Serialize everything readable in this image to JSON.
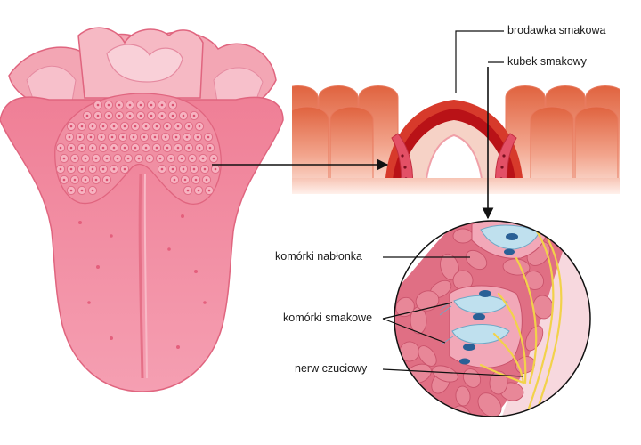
{
  "labels": {
    "taste_papilla": "brodawka smakowa",
    "taste_bud": "kubek smakowy",
    "epithelial_cells": "komórki nabłonka",
    "taste_cells": "komórki smakowe",
    "sensory_nerve": "nerw czuciowy"
  },
  "colors": {
    "tongue": "#f28aa0",
    "tongue_light": "#f6a9b8",
    "tongue_outline": "#e0657f",
    "papilla_tissue": "#e06a4c",
    "papilla_light": "#f7c7b5",
    "taste_bud_red": "#c8161d",
    "epithelium": "#e57486",
    "taste_cell_blue": "#bfe0ee",
    "nucleus": "#2a6096",
    "nerve": "#f2d24a",
    "line": "#222222"
  }
}
